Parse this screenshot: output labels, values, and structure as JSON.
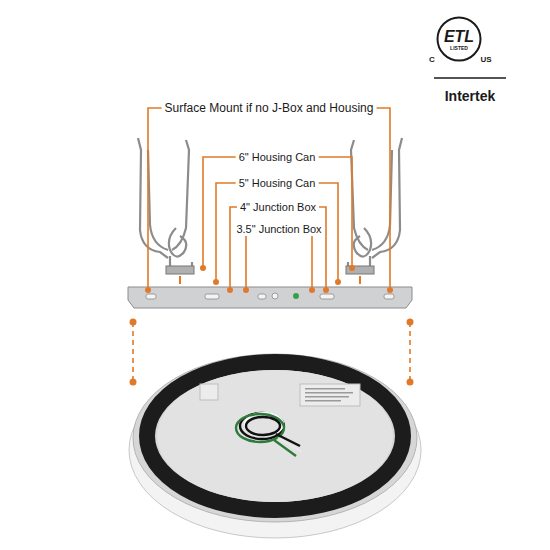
{
  "diagram": {
    "nodes": [
      {
        "text": [
          "ETL",
          "LISTED"
        ]
      }
    ],
    "labels": [
      "C",
      "US",
      "Intertek",
      "Surface Mount if no J-Box and Housing",
      "6\" Housing Can",
      "5\" Housing Can",
      "4\" Junction Box",
      "3.5\" Junction Box"
    ]
  }
}
